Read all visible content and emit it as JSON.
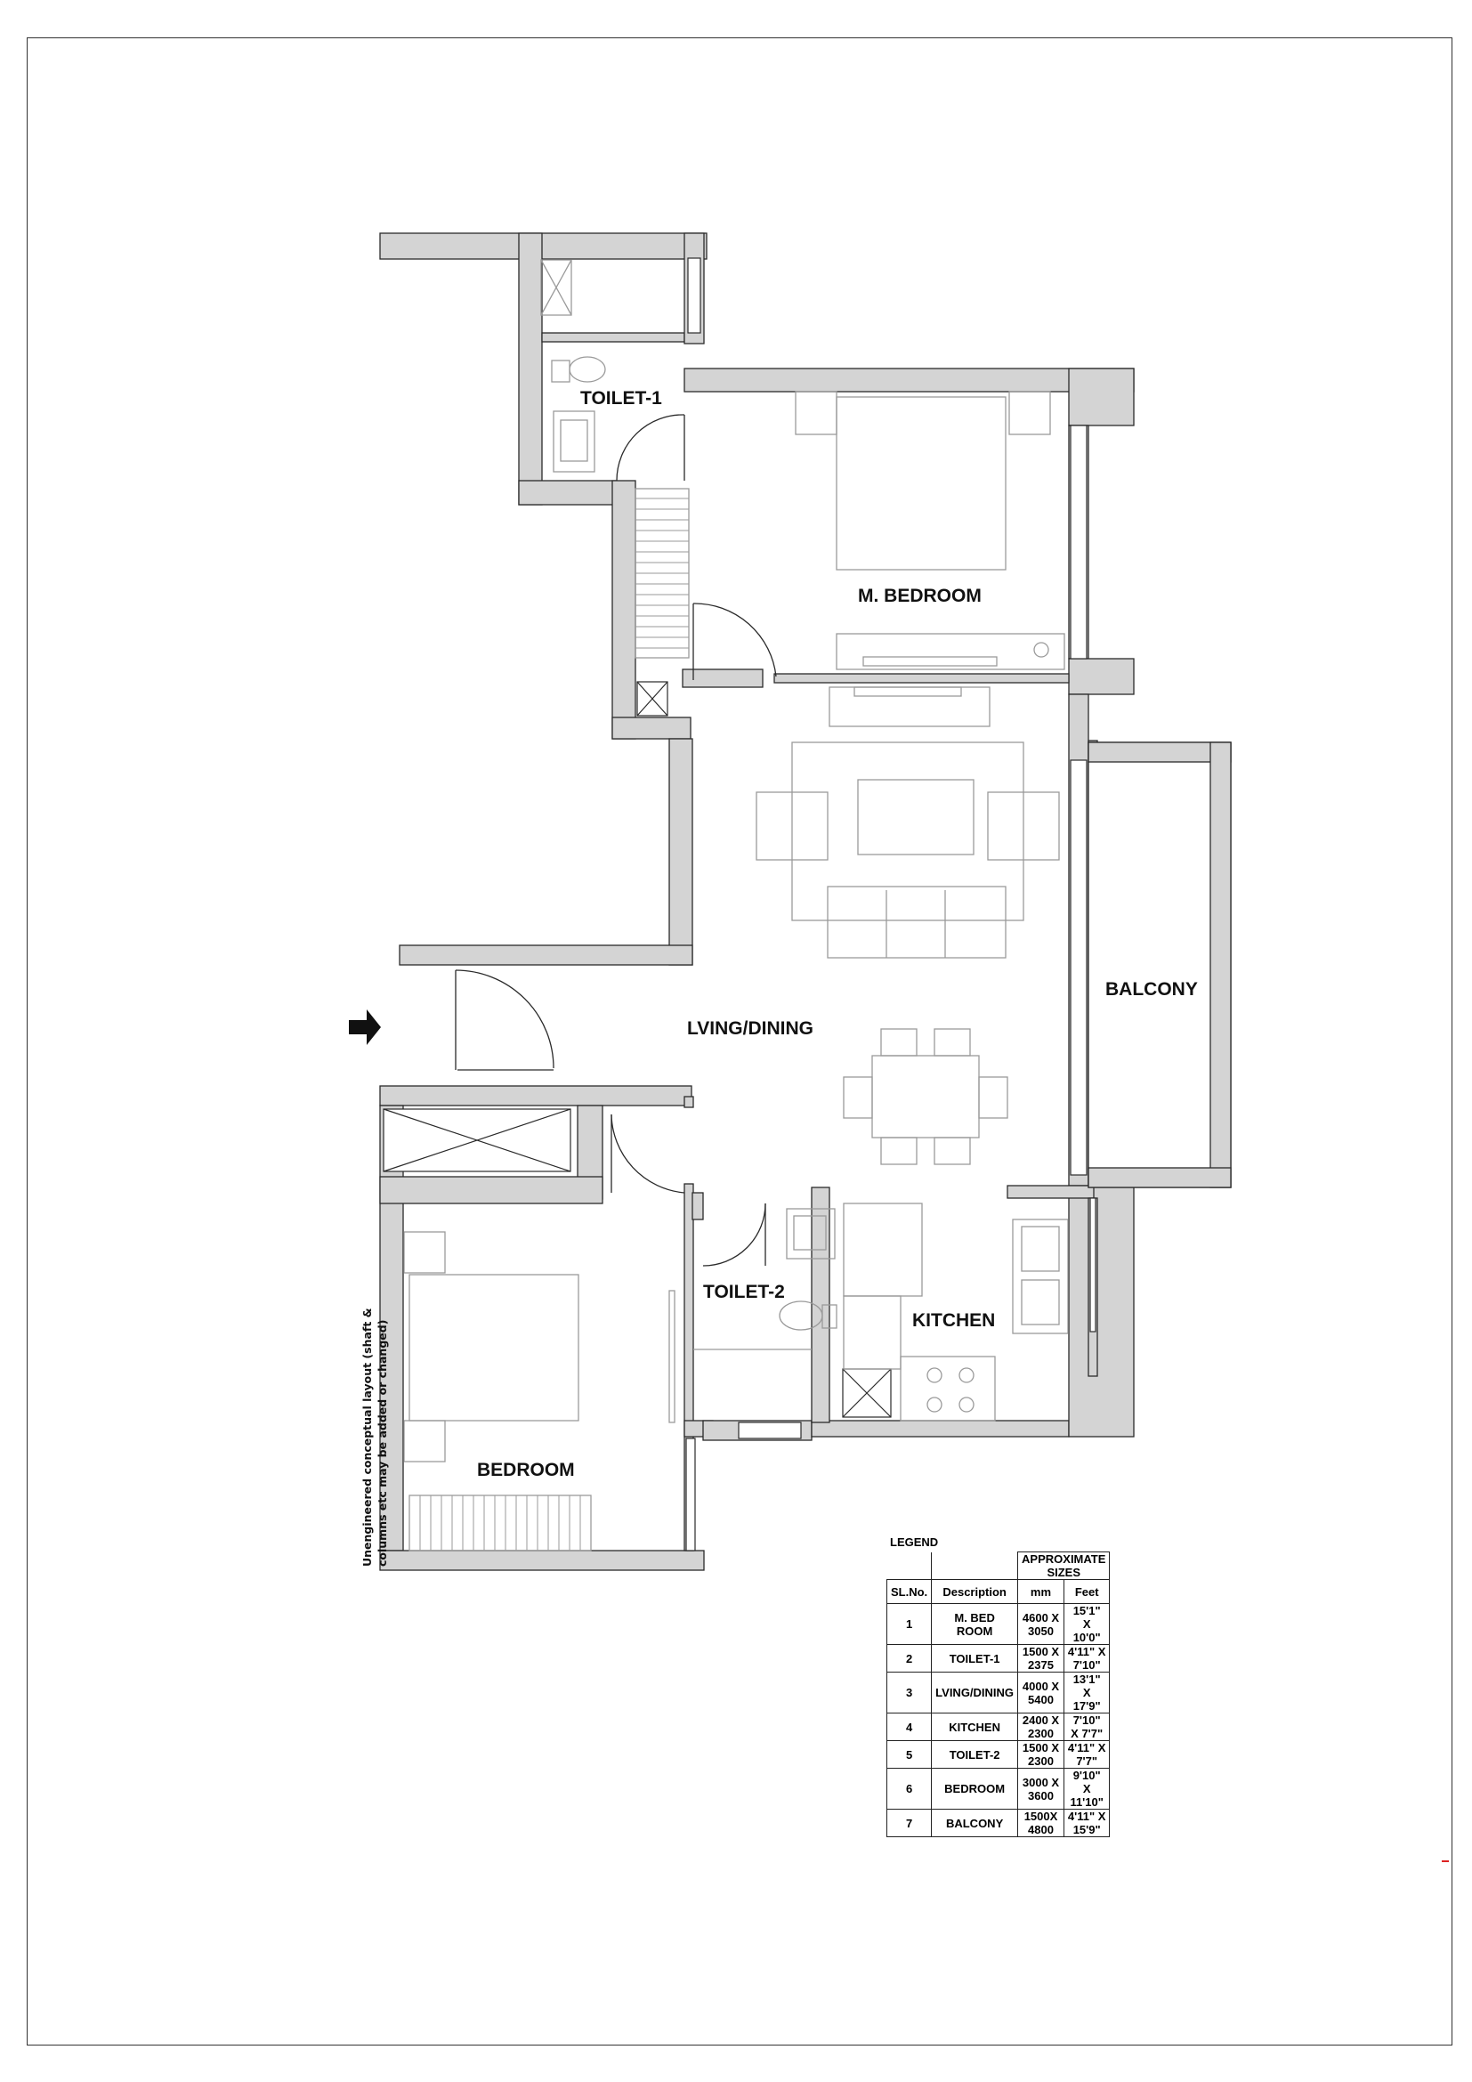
{
  "rooms": {
    "toilet1": "TOILET-1",
    "master_bedroom": "M. BEDROOM",
    "living_dining": "LVING/DINING",
    "balcony": "BALCONY",
    "toilet2": "TOILET-2",
    "kitchen": "KITCHEN",
    "bedroom": "BEDROOM"
  },
  "note": "Unengineered conceptual layout (shaft & columns etc may be added or changed)",
  "legend": {
    "title": "LEGEND",
    "group_header": "APPROXIMATE SIZES",
    "headers": [
      "SL.No.",
      "Description",
      "mm",
      "Feet"
    ],
    "rows": [
      {
        "no": "1",
        "desc": "M. BED ROOM",
        "mm": "4600 X 3050",
        "feet": "15'1\" X 10'0\""
      },
      {
        "no": "2",
        "desc": "TOILET-1",
        "mm": "1500 X 2375",
        "feet": "4'11\" X 7'10\""
      },
      {
        "no": "3",
        "desc": "LVING/DINING",
        "mm": "4000 X 5400",
        "feet": "13'1\" X 17'9\""
      },
      {
        "no": "4",
        "desc": "KITCHEN",
        "mm": "2400 X 2300",
        "feet": "7'10\" X 7'7\""
      },
      {
        "no": "5",
        "desc": "TOILET-2",
        "mm": "1500 X 2300",
        "feet": "4'11\" X 7'7\""
      },
      {
        "no": "6",
        "desc": "BEDROOM",
        "mm": "3000 X 3600",
        "feet": "9'10\" X 11'10\""
      },
      {
        "no": "7",
        "desc": "BALCONY",
        "mm": "1500X 4800",
        "feet": "4'11\" X 15'9\""
      }
    ]
  },
  "colors": {
    "wall": "#d4d4d4",
    "wall_edge": "#2a2a2a",
    "furniture": "#9a9a9a"
  }
}
